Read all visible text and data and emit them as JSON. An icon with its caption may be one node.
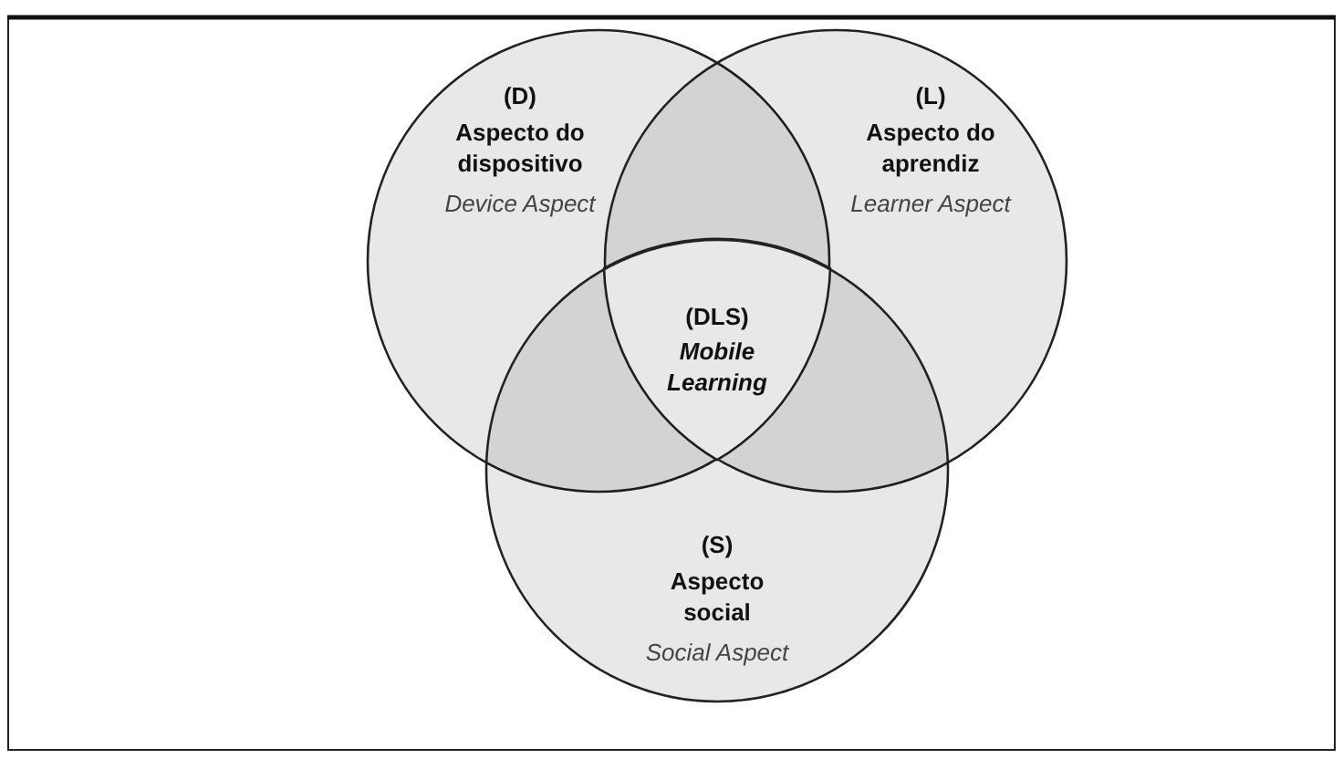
{
  "diagram": {
    "nodes": [
      {
        "text": [
          "(D)",
          "Aspecto do dispositivo",
          "Device Aspect"
        ]
      },
      {
        "text": [
          "(L)",
          "Aspecto do aprendiz",
          "Learner Aspect"
        ]
      },
      {
        "text": [
          "(DLS)",
          "Mobile Learning"
        ]
      },
      {
        "text": [
          "(S)",
          "Aspecto social",
          "Social Aspect"
        ]
      }
    ]
  }
}
